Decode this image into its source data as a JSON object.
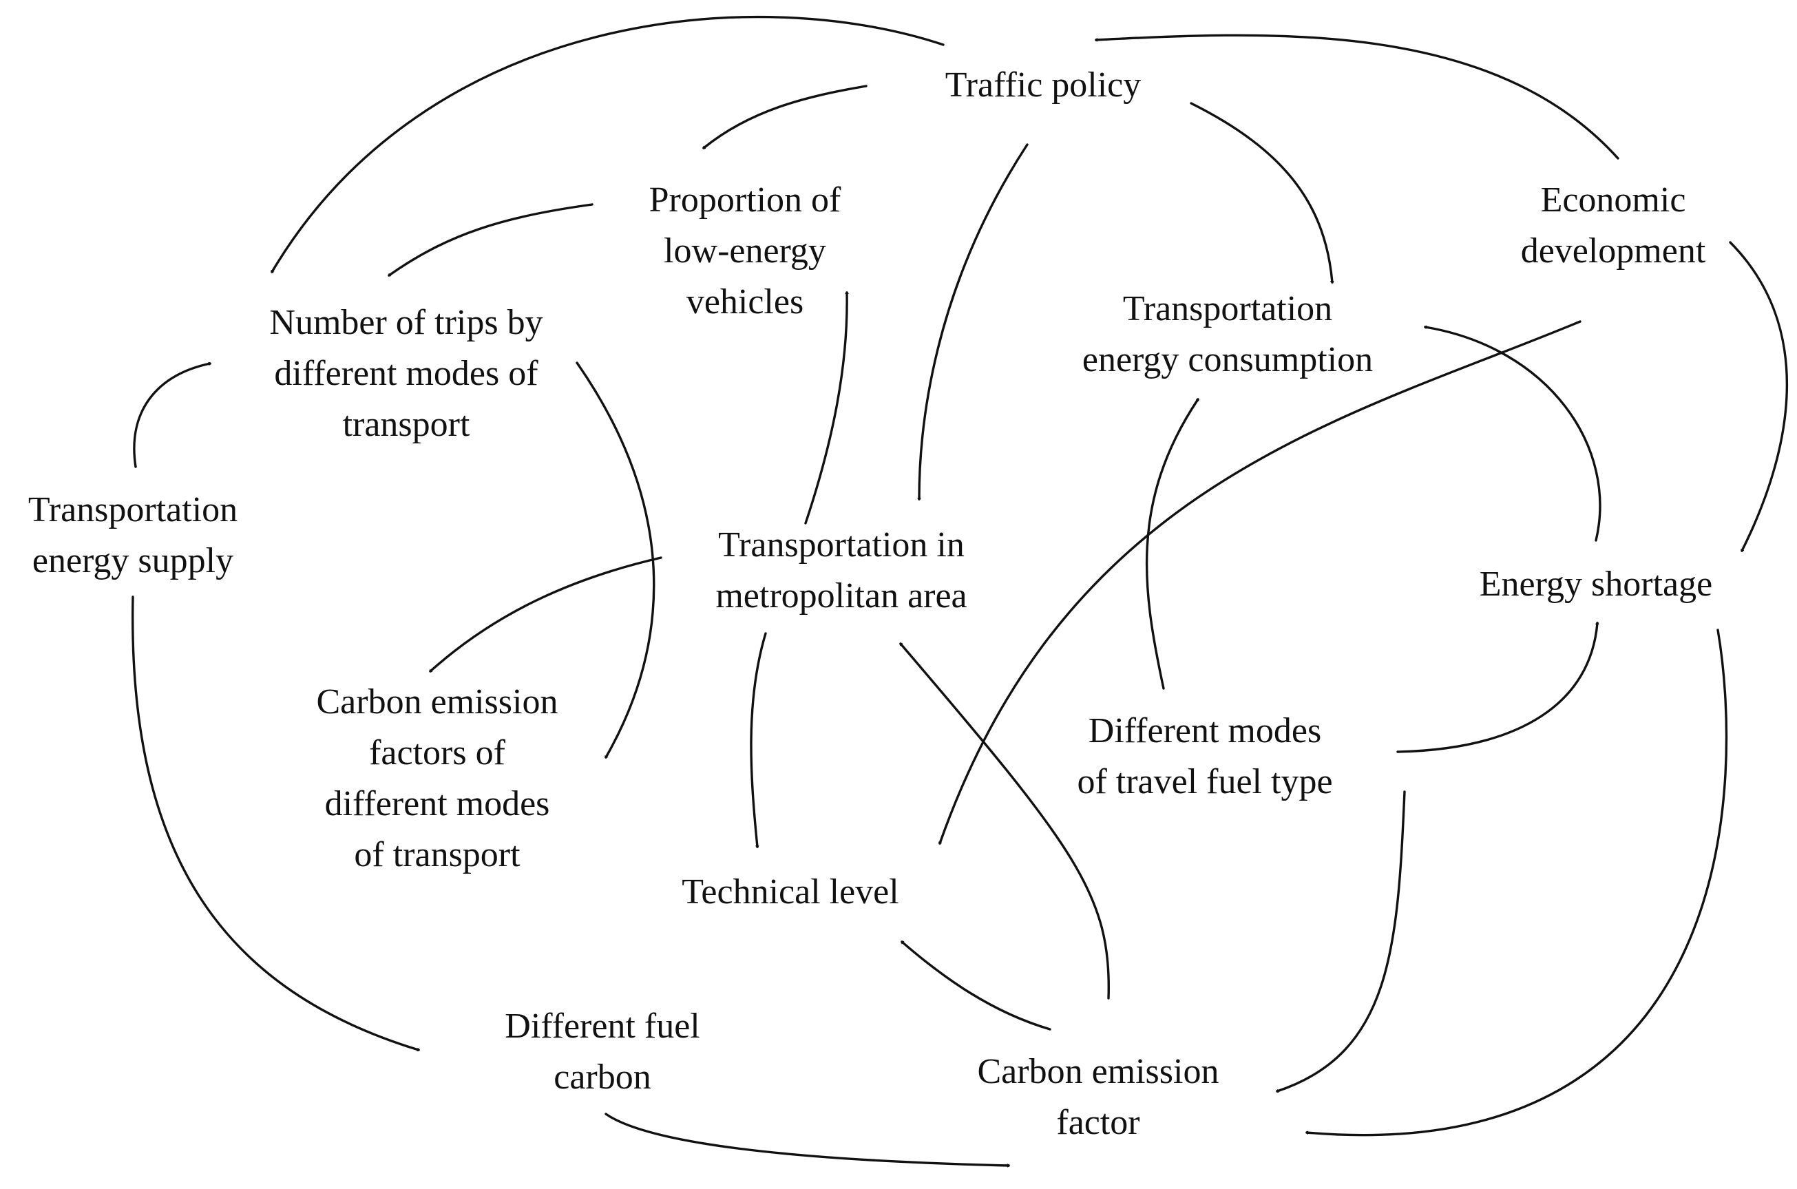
{
  "nodes": [
    {
      "id": "traffic_policy",
      "lines": [
        "Traffic policy"
      ]
    },
    {
      "id": "proportion_low_energy",
      "lines": [
        "Proportion of",
        "low-energy",
        "vehicles"
      ]
    },
    {
      "id": "economic_development",
      "lines": [
        "Economic",
        "development"
      ]
    },
    {
      "id": "number_of_trips",
      "lines": [
        "Number of trips by",
        "different modes of",
        "transport"
      ]
    },
    {
      "id": "transport_energy_consumption",
      "lines": [
        "Transportation",
        "energy consumption"
      ]
    },
    {
      "id": "transport_energy_supply",
      "lines": [
        "Transportation",
        "energy supply"
      ]
    },
    {
      "id": "transport_metro_area",
      "lines": [
        "Transportation in",
        "metropolitan area"
      ]
    },
    {
      "id": "energy_shortage",
      "lines": [
        "Energy shortage"
      ]
    },
    {
      "id": "carbon_emission_factors_modes",
      "lines": [
        "Carbon emission",
        "factors of",
        "different modes",
        "of transport"
      ]
    },
    {
      "id": "different_modes_fuel_type",
      "lines": [
        "Different modes",
        "of travel fuel type"
      ]
    },
    {
      "id": "technical_level",
      "lines": [
        "Technical level"
      ]
    },
    {
      "id": "different_fuel_carbon",
      "lines": [
        "Different fuel",
        "carbon"
      ]
    },
    {
      "id": "carbon_emission_factor",
      "lines": [
        "Carbon emission",
        "factor"
      ]
    }
  ],
  "edges": [
    {
      "from": "traffic_policy",
      "to": "number_of_trips"
    },
    {
      "from": "traffic_policy",
      "to": "proportion_low_energy"
    },
    {
      "from": "traffic_policy",
      "to": "transport_metro_area"
    },
    {
      "from": "traffic_policy",
      "to": "transport_energy_consumption"
    },
    {
      "from": "economic_development",
      "to": "traffic_policy"
    },
    {
      "from": "economic_development",
      "to": "energy_shortage"
    },
    {
      "from": "economic_development",
      "to": "technical_level"
    },
    {
      "from": "proportion_low_energy",
      "to": "number_of_trips"
    },
    {
      "from": "transport_metro_area",
      "to": "proportion_low_energy"
    },
    {
      "from": "transport_metro_area",
      "to": "carbon_emission_factors_modes"
    },
    {
      "from": "transport_metro_area",
      "to": "technical_level"
    },
    {
      "from": "number_of_trips",
      "to": "carbon_emission_factors_modes"
    },
    {
      "from": "transport_energy_supply",
      "to": "number_of_trips"
    },
    {
      "from": "transport_energy_supply",
      "to": "different_fuel_carbon"
    },
    {
      "from": "technical_level",
      "to": "carbon_emission_factors_modes"
    },
    {
      "from": "different_fuel_carbon",
      "to": "carbon_emission_factor"
    },
    {
      "from": "carbon_emission_factor",
      "to": "technical_level"
    },
    {
      "from": "carbon_emission_factor",
      "to": "transport_metro_area"
    },
    {
      "from": "different_modes_fuel_type",
      "to": "transport_energy_consumption"
    },
    {
      "from": "different_modes_fuel_type",
      "to": "energy_shortage"
    },
    {
      "from": "different_modes_fuel_type",
      "to": "carbon_emission_factor"
    },
    {
      "from": "energy_shortage",
      "to": "transport_energy_consumption"
    },
    {
      "from": "energy_shortage",
      "to": "carbon_emission_factor"
    }
  ]
}
